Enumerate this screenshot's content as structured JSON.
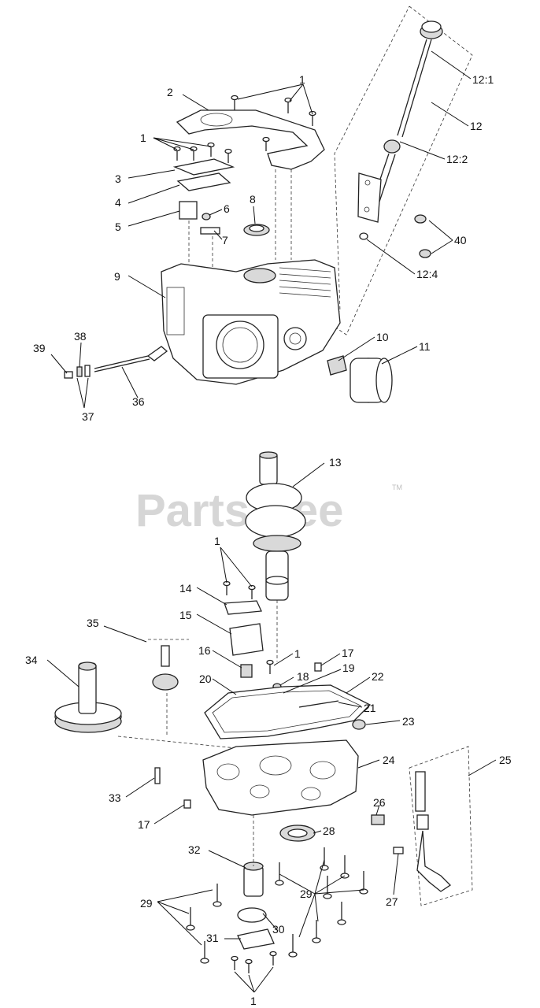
{
  "watermark": {
    "text": "PartsTree",
    "trademark": "TM"
  },
  "callouts": {
    "c1_top": "1",
    "c1_left": "1",
    "c2": "2",
    "c3": "3",
    "c4": "4",
    "c5": "5",
    "c6": "6",
    "c7": "7",
    "c8": "8",
    "c9": "9",
    "c10": "10",
    "c11": "11",
    "c12": "12",
    "c12_1": "12:1",
    "c12_2": "12:2",
    "c12_4": "12:4",
    "c36": "36",
    "c37": "37",
    "c38": "38",
    "c39": "39",
    "c40": "40",
    "c13": "13",
    "c1_mid": "1",
    "c14": "14",
    "c15": "15",
    "c35": "35",
    "c16": "16",
    "c1_mid2": "1",
    "c17_top": "17",
    "c34": "34",
    "c20": "20",
    "c18": "18",
    "c19": "19",
    "c22": "22",
    "c21": "21",
    "c23": "23",
    "c24": "24",
    "c25": "25",
    "c33": "33",
    "c17_bot": "17",
    "c26": "26",
    "c28": "28",
    "c32": "32",
    "c27": "27",
    "c29_left": "29",
    "c29_right": "29",
    "c30": "30",
    "c31": "31",
    "c1_bottom": "1"
  }
}
